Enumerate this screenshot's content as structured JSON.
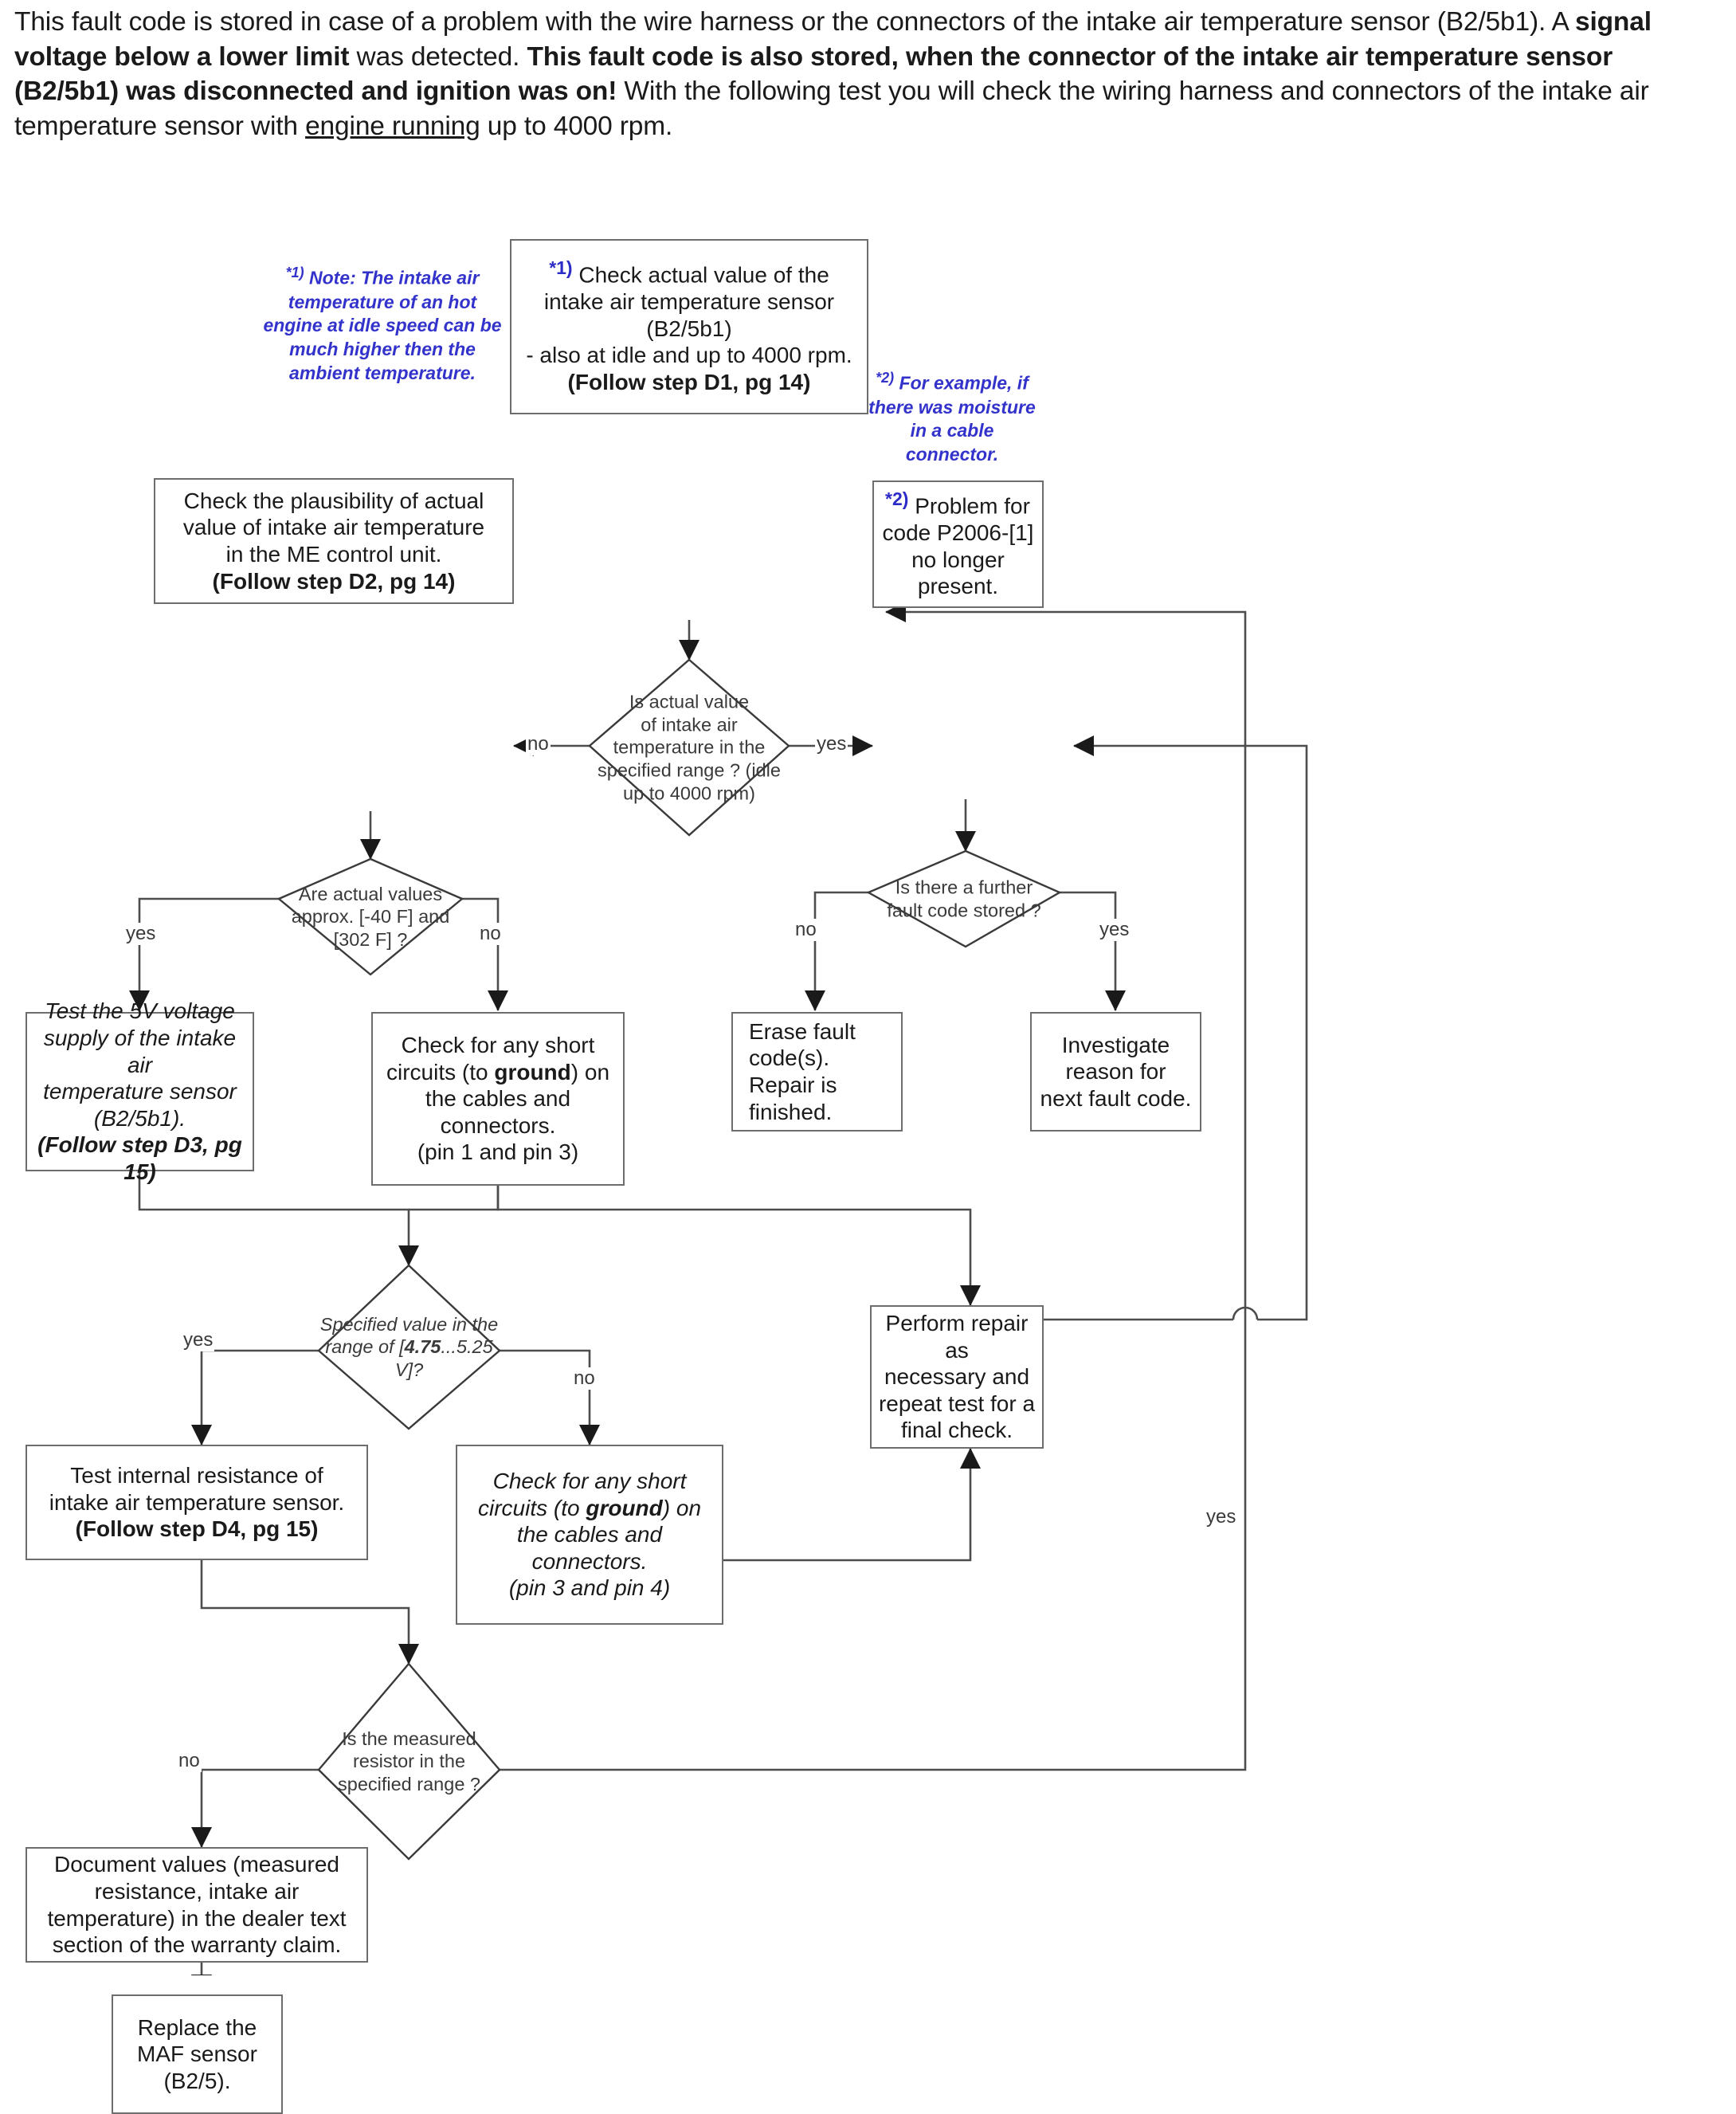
{
  "intro": {
    "segments": [
      {
        "text": "This fault code is stored in case of a problem with the wire harness or the connectors of the intake air temperature sensor (B2/5b1). A ",
        "style": "normal"
      },
      {
        "text": "signal voltage below a lower limit",
        "style": "bold"
      },
      {
        "text": " was detected. ",
        "style": "normal"
      },
      {
        "text": "This fault code is also stored, when the connector of the intake air temperature sensor (B2/5b1) was disconnected and ignition was on!",
        "style": "bold"
      },
      {
        "text": "  With the following test you will check the wiring harness and connectors of the intake air temperature sensor with ",
        "style": "normal"
      },
      {
        "text": "engine running",
        "style": "underline"
      },
      {
        "text": " up to 4000 rpm.",
        "style": "normal"
      }
    ],
    "full_text": "This fault code is stored in case of a problem with the wire harness or the connectors of the intake air temperature sensor (B2/5b1). A signal voltage below a lower limit was detected. This fault code is also stored, when the connector of the intake air temperature sensor (B2/5b1) was disconnected and ignition was on!  With the following test you will check the wiring harness and connectors of the intake air temperature sensor with engine running up to 4000 rpm."
  },
  "notes": {
    "note1_marker": "*1)",
    "note1": "Note: The intake air temperature of an hot engine at idle speed can be much higher then the ambient temperature.",
    "note2_marker": "*2)",
    "note2": "For example, if there was moisture in a cable connector."
  },
  "nodes": {
    "check_actual_value": {
      "marker": "*1)",
      "line1": "Check actual value of the",
      "line2": "intake air temperature sensor",
      "line3": "(B2/5b1)",
      "line4": "- also at idle and up to 4000 rpm.",
      "line5": "(Follow step D1, pg 14)"
    },
    "check_plausibility": {
      "line1": "Check the plausibility of actual",
      "line2": "value of intake air temperature",
      "line3": "in the ME control unit.",
      "line4": "(Follow step D2, pg 14)"
    },
    "problem_no_longer": {
      "marker": "*2)",
      "line1": "Problem for",
      "line2": "code P2006-[1]",
      "line3": "no longer",
      "line4": "present."
    },
    "erase_fault_codes": {
      "line1": "Erase fault",
      "line2": "code(s).",
      "line3": "Repair is",
      "line4": "finished."
    },
    "investigate_reason": {
      "line1": "Investigate",
      "line2": "reason for",
      "line3": "next fault code."
    },
    "test_5v_supply": {
      "line1": "Test the 5V voltage",
      "line2": "supply of the intake air",
      "line3": "temperature sensor",
      "line4": "(B2/5b1).",
      "line5": "(Follow step D3, pg",
      "line6": "15)"
    },
    "check_short_pin1_pin3": {
      "line1": "Check for any short",
      "line2_a": "circuits (to ",
      "line2_b": "ground",
      "line2_c": ") on",
      "line3": "the cables and",
      "line4": "connectors.",
      "line5": "(pin 1 and pin 3)"
    },
    "perform_repair": {
      "line1": "Perform repair as",
      "line2": "necessary and",
      "line3": "repeat test  for a",
      "line4": "final check."
    },
    "test_internal_resistance": {
      "line1": "Test internal resistance of",
      "line2": "intake air temperature sensor.",
      "line3": "(Follow step D4, pg 15)"
    },
    "check_short_pin3_pin4": {
      "line1": "Check for any short",
      "line2_a": "circuits (to ",
      "line2_b": "ground",
      "line2_c": ") on",
      "line3": "the cables and",
      "line4": "connectors.",
      "line5": "(pin 3 and pin 4)"
    },
    "document_values": {
      "line1": "Document values (measured",
      "line2": "resistance, intake air",
      "line3": "temperature) in the dealer text",
      "line4": "section of the warranty claim."
    },
    "replace_maf": {
      "line1": "Replace the",
      "line2": "MAF sensor",
      "line3": "(B2/5)."
    }
  },
  "decisions": {
    "actual_value_in_range": {
      "line1": "Is actual value",
      "line2": "of intake air",
      "line3": "temperature in the",
      "line4": "specified range ? (idle",
      "line5": "up to 4000 rpm)"
    },
    "actual_values_approx": {
      "line1": "Are actual values",
      "line2": "approx. [-40 F] and",
      "line3": "[302 F] ?"
    },
    "further_fault_code": {
      "line1": "Is there a further",
      "line2": "fault code stored ?"
    },
    "specified_value_range": {
      "line1": "Specified value in the",
      "line2_a": "range of [",
      "line2_b": "4.75",
      "line2_c": "...5.25 V]?"
    },
    "measured_resistor_range": {
      "line1": "Is the measured",
      "line2": "resistor in the",
      "line3": "specified range ?"
    }
  },
  "edge_labels": {
    "no_1": "no",
    "yes_1": "yes",
    "yes_2": "yes",
    "no_2": "no",
    "no_3": "no",
    "yes_3": "yes",
    "yes_4": "yes",
    "no_4": "no",
    "no_5": "no",
    "yes_5": "yes"
  },
  "colors": {
    "note_blue": "#3333cc",
    "box_border": "#6d6d6d",
    "edge_stroke": "#4d4d4d",
    "text": "#1a1a1a"
  }
}
